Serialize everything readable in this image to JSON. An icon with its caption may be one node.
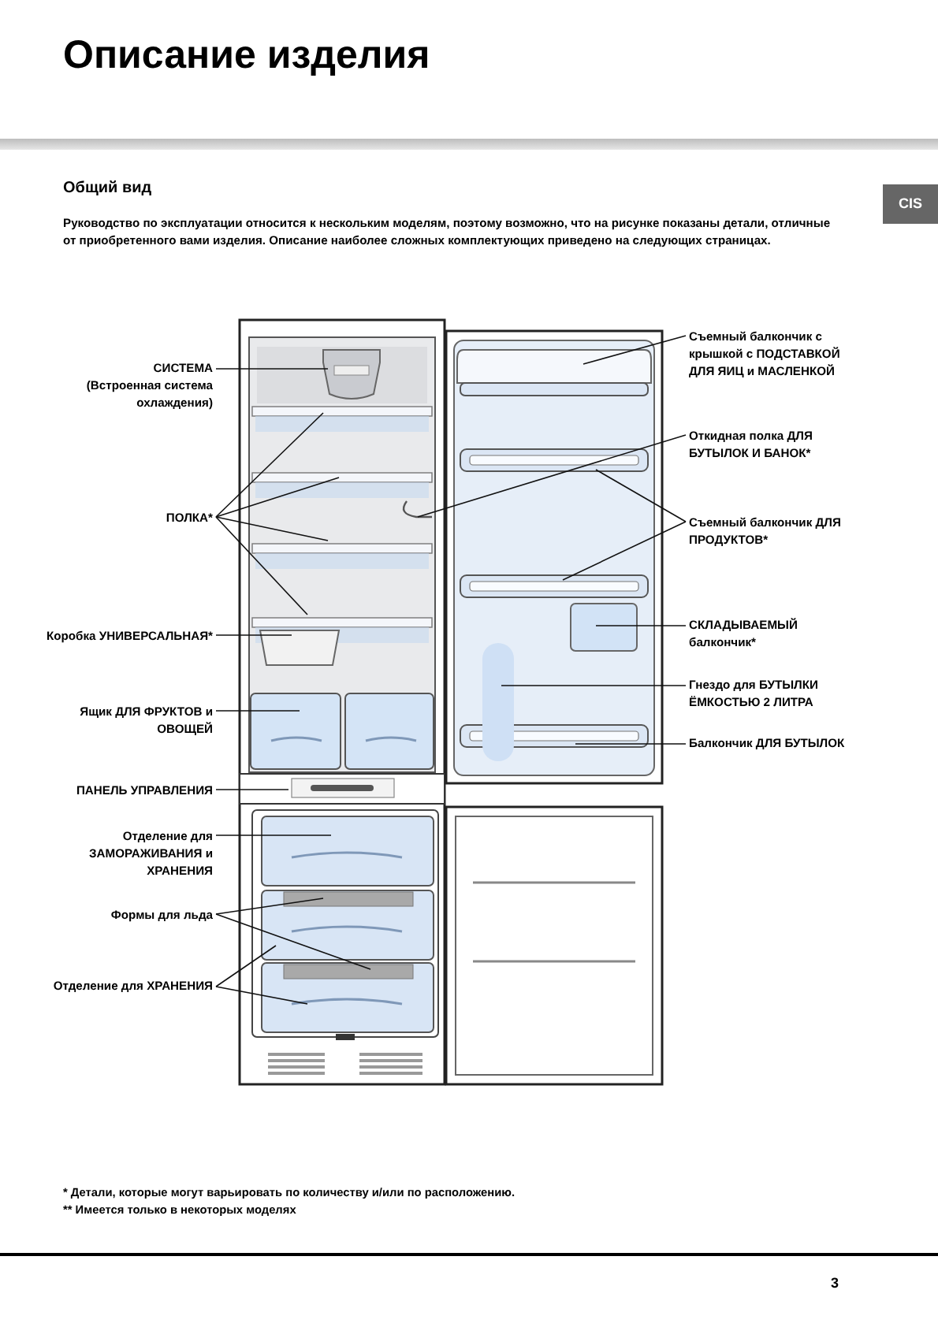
{
  "diagram": {
    "title": "Описание изделия",
    "nodes": [
      {
        "text": [
          "СИСТЕМА",
          "(Встроенная система охлаждения)"
        ]
      },
      {
        "text": [
          "ПОЛКА*"
        ]
      },
      {
        "text": [
          "Коробка УНИВЕРСАЛЬНАЯ*"
        ]
      },
      {
        "text": [
          "Ящик ДЛЯ ФРУКТОВ и ОВОЩЕЙ"
        ]
      },
      {
        "text": [
          "ПАНЕЛЬ УПРАВЛЕНИЯ"
        ]
      },
      {
        "text": [
          "Отделение для ЗАМОРАЖИВАНИЯ и ХРАНЕНИЯ"
        ]
      },
      {
        "text": [
          "Формы для льда"
        ]
      },
      {
        "text": [
          "Отделение для ХРАНЕНИЯ"
        ]
      },
      {
        "text": [
          "Съемный балкончик с крышкой с ПОДСТАВКОЙ ДЛЯ ЯИЦ и МАСЛЕНКОЙ"
        ]
      },
      {
        "text": [
          "Откидная полка ДЛЯ БУТЫЛОК И БАНОК*"
        ]
      },
      {
        "text": [
          "Съемный балкончик ДЛЯ ПРОДУКТОВ*"
        ]
      },
      {
        "text": [
          "СКЛАДЫВАЕМЫЙ балкончик*"
        ]
      },
      {
        "text": [
          "Гнездо для БУТЫЛКИ ЁМКОСТЬЮ 2 ЛИТРА"
        ]
      },
      {
        "text": [
          "Балкончик ДЛЯ БУТЫЛОК"
        ]
      }
    ],
    "edges": [
      {
        "from": 0,
        "to": null,
        "arrow": "none"
      },
      {
        "from": 1,
        "to": null,
        "arrow": "none"
      },
      {
        "from": 1,
        "to": null,
        "arrow": "none"
      },
      {
        "from": 1,
        "to": null,
        "arrow": "none"
      },
      {
        "from": 1,
        "to": null,
        "arrow": "none"
      },
      {
        "from": 2,
        "to": null,
        "arrow": "none"
      },
      {
        "from": 3,
        "to": null,
        "arrow": "none"
      },
      {
        "from": 4,
        "to": null,
        "arrow": "none"
      },
      {
        "from": 5,
        "to": null,
        "arrow": "none"
      },
      {
        "from": 6,
        "to": null,
        "arrow": "none"
      },
      {
        "from": 6,
        "to": null,
        "arrow": "none"
      },
      {
        "from": 7,
        "to": null,
        "arrow": "none"
      },
      {
        "from": 7,
        "to": null,
        "arrow": "none"
      },
      {
        "from": 8,
        "to": null,
        "arrow": "none"
      },
      {
        "from": 9,
        "to": null,
        "arrow": "none"
      },
      {
        "from": 10,
        "to": null,
        "arrow": "none"
      },
      {
        "from": 10,
        "to": null,
        "arrow": "none"
      },
      {
        "from": 11,
        "to": null,
        "arrow": "none"
      },
      {
        "from": 12,
        "to": null,
        "arrow": "none"
      },
      {
        "from": 13,
        "to": null,
        "arrow": "none"
      }
    ],
    "labels": [
      "CIS",
      "Общий вид",
      "Руководство по эксплуатации относится к нескольким моделям, поэтому возможно, что на рисунке показаны детали, отличные от приобретенного вами изделия. Описание наиболее сложных комплектующих приведено на следующих страницах.",
      "* Детали, которые могут варьировать по количеству и/или по расположению.",
      "** Имеется только в некоторых моделях",
      "3"
    ]
  }
}
